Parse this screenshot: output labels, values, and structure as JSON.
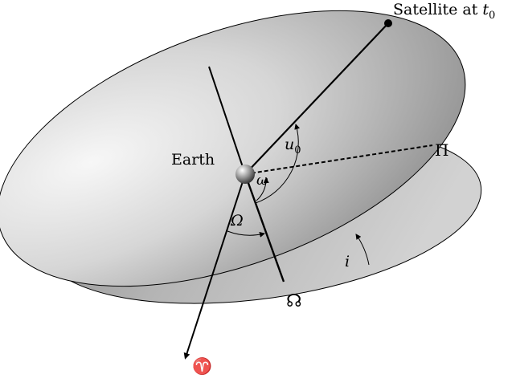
{
  "labels": {
    "satellite": "Satellite at ",
    "satellite_sub": "t",
    "satellite_sub_index": "0",
    "earth": "Earth",
    "perigee": "Π",
    "ascending_node": "☊",
    "vernal_equinox": "♈",
    "arg_latitude": "u",
    "arg_latitude_index": "0",
    "arg_perigee": "ω",
    "raan": "Ω",
    "inclination": "i"
  },
  "colors": {
    "reference_plane": "#c8c8c8",
    "orbital_plane_light": "#eeeeee",
    "orbital_plane_dark": "#8c8c8c",
    "line": "#000000"
  }
}
